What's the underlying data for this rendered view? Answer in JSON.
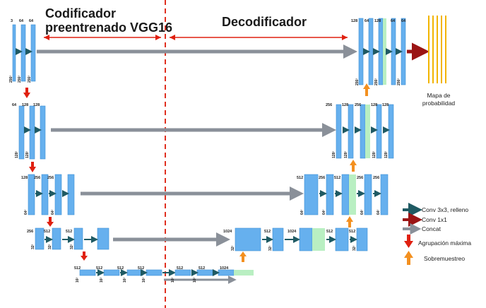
{
  "header": {
    "encoder_title_line1": "Codificador",
    "encoder_title_line2": "preentrenado VGG16",
    "decoder_title": "Decodificador"
  },
  "output_label": {
    "line1": "Mapa de",
    "line2": "probabilidad"
  },
  "legend": {
    "conv3": "Conv 3x3, relleno",
    "conv1": "Conv 1x1",
    "concat": "Concat",
    "pool": "Agrupación máxima",
    "upsample": "Sobremuestreo"
  },
  "colors": {
    "block": "#66b0ee",
    "block_edge": "#3d8fd6",
    "skip_block": "#b9efc2",
    "conv3_arrow": "#1f5a63",
    "conv1_arrow": "#9b1414",
    "concat_arrow": "#8a9099",
    "pool_arrow": "#e02010",
    "upsample_arrow": "#f39020",
    "divider": "#e03020",
    "prob_lines": "#f2b400"
  },
  "labels": {
    "l1": [
      "3",
      "64",
      "64",
      "128",
      "64",
      "128",
      "64",
      "64"
    ],
    "l2": [
      "64",
      "128",
      "128",
      "256",
      "128",
      "256",
      "128",
      "128"
    ],
    "l3": [
      "128",
      "256",
      "256",
      "512",
      "256",
      "512",
      "256",
      "256"
    ],
    "l4": [
      "256",
      "512",
      "512",
      "1024",
      "512",
      "1024",
      "512",
      "512"
    ],
    "l5": [
      "512",
      "512",
      "512",
      "512",
      "512",
      "512",
      "1024"
    ]
  },
  "dims": {
    "d1": "256²",
    "d2": "128²",
    "d3": "64²",
    "d4": "32²",
    "d5": "16²"
  }
}
